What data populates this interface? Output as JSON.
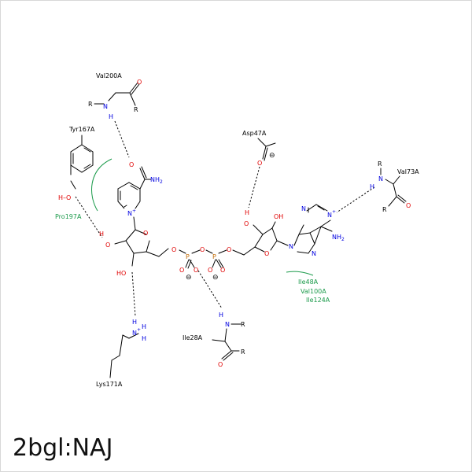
{
  "title": "2bgl:NAJ",
  "colors": {
    "bond": "#000000",
    "oxygen": "#e00000",
    "nitrogen": "#0000e0",
    "phosphorus": "#c06800",
    "hydrophobic": "#1a9a4a"
  },
  "residues": {
    "val200": "Val200A",
    "tyr167": "Tyr167A",
    "pro197": "Pro197A",
    "asp47": "Asp47A",
    "val73": "Val73A",
    "ile48": "Ile48A",
    "val100": "Val100A",
    "ile124": "Ile124A",
    "ile28": "Ile28A",
    "lys171": "Lys171A"
  },
  "atoms": {
    "R": "R",
    "N": "N",
    "H": "H",
    "O": "O",
    "OH": "OH",
    "HO": "HO",
    "H_O": "H–O",
    "P": "P",
    "NH2": "NH",
    "sub2": "2",
    "nplus": "N",
    "plus": "+",
    "minus": "⊖"
  }
}
